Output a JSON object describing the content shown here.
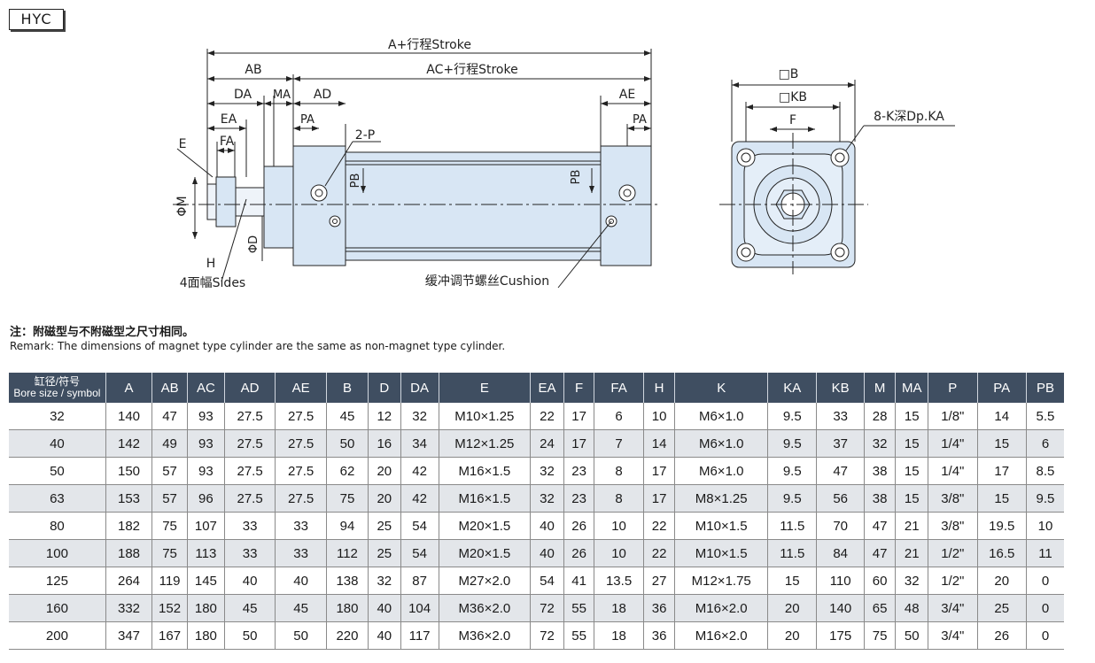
{
  "model_tag": "HYC",
  "drawing_labels": {
    "a_stroke": "A+行程Stroke",
    "ac_stroke": "AC+行程Stroke",
    "ab": "AB",
    "da": "DA",
    "ma": "MA",
    "ad": "AD",
    "ae": "AE",
    "ea": "EA",
    "fa": "FA",
    "pa": "PA",
    "e": "E",
    "two_p": "2-P",
    "pb": "PB",
    "phi_m": "ΦM",
    "phi_d": "ΦD",
    "h": "H",
    "sides": "4面幅Sides",
    "cushion": "缓冲调节螺丝Cushion",
    "b": "□B",
    "kb": "□KB",
    "f": "F",
    "k_depth": "8-K深Dp.KA"
  },
  "notes": {
    "cn": "注：附磁型与不附磁型之尺寸相同。",
    "en": "Remark: The dimensions of magnet type cylinder are the same as non-magnet type cylinder."
  },
  "table": {
    "bore_header_cn": "缸径/符号",
    "bore_header_en": "Bore size / symbol",
    "columns": [
      "A",
      "AB",
      "AC",
      "AD",
      "AE",
      "B",
      "D",
      "DA",
      "E",
      "EA",
      "F",
      "FA",
      "H",
      "K",
      "KA",
      "KB",
      "M",
      "MA",
      "P",
      "PA",
      "PB"
    ],
    "rows": [
      [
        "32",
        "140",
        "47",
        "93",
        "27.5",
        "27.5",
        "45",
        "12",
        "32",
        "M10×1.25",
        "22",
        "17",
        "6",
        "10",
        "M6×1.0",
        "9.5",
        "33",
        "28",
        "15",
        "1/8\"",
        "14",
        "5.5"
      ],
      [
        "40",
        "142",
        "49",
        "93",
        "27.5",
        "27.5",
        "50",
        "16",
        "34",
        "M12×1.25",
        "24",
        "17",
        "7",
        "14",
        "M6×1.0",
        "9.5",
        "37",
        "32",
        "15",
        "1/4\"",
        "15",
        "6"
      ],
      [
        "50",
        "150",
        "57",
        "93",
        "27.5",
        "27.5",
        "62",
        "20",
        "42",
        "M16×1.5",
        "32",
        "23",
        "8",
        "17",
        "M6×1.0",
        "9.5",
        "47",
        "38",
        "15",
        "1/4\"",
        "17",
        "8.5"
      ],
      [
        "63",
        "153",
        "57",
        "96",
        "27.5",
        "27.5",
        "75",
        "20",
        "42",
        "M16×1.5",
        "32",
        "23",
        "8",
        "17",
        "M8×1.25",
        "9.5",
        "56",
        "38",
        "15",
        "3/8\"",
        "15",
        "9.5"
      ],
      [
        "80",
        "182",
        "75",
        "107",
        "33",
        "33",
        "94",
        "25",
        "54",
        "M20×1.5",
        "40",
        "26",
        "10",
        "22",
        "M10×1.5",
        "11.5",
        "70",
        "47",
        "21",
        "3/8\"",
        "19.5",
        "10"
      ],
      [
        "100",
        "188",
        "75",
        "113",
        "33",
        "33",
        "112",
        "25",
        "54",
        "M20×1.5",
        "40",
        "26",
        "10",
        "22",
        "M10×1.5",
        "11.5",
        "84",
        "47",
        "21",
        "1/2\"",
        "16.5",
        "11"
      ],
      [
        "125",
        "264",
        "119",
        "145",
        "40",
        "40",
        "138",
        "32",
        "87",
        "M27×2.0",
        "54",
        "41",
        "13.5",
        "27",
        "M12×1.75",
        "15",
        "110",
        "60",
        "32",
        "1/2\"",
        "20",
        "0"
      ],
      [
        "160",
        "332",
        "152",
        "180",
        "45",
        "45",
        "180",
        "40",
        "104",
        "M36×2.0",
        "72",
        "55",
        "18",
        "36",
        "M16×2.0",
        "20",
        "140",
        "65",
        "48",
        "3/4\"",
        "25",
        "0"
      ],
      [
        "200",
        "347",
        "167",
        "180",
        "50",
        "50",
        "220",
        "40",
        "117",
        "M36×2.0",
        "72",
        "55",
        "18",
        "36",
        "M16×2.0",
        "20",
        "175",
        "75",
        "50",
        "3/4\"",
        "26",
        "0"
      ]
    ]
  },
  "colors": {
    "header_bg": "#3f4e61",
    "body_fill": "#d8e6f4",
    "alt_row": "#e3e6ea"
  }
}
